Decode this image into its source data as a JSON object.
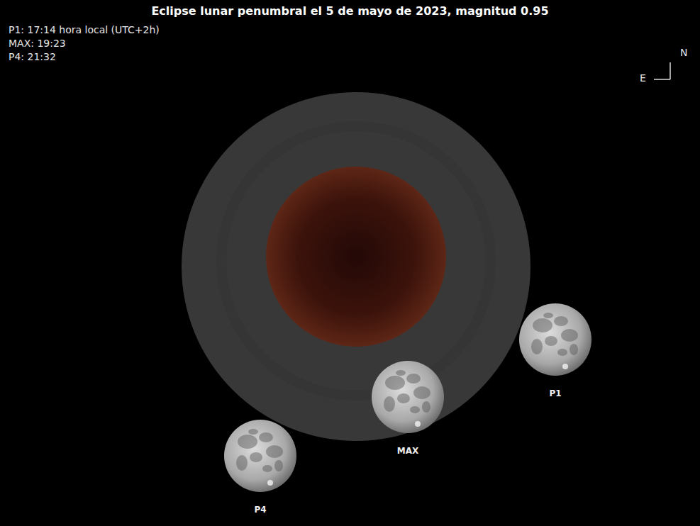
{
  "diagram": {
    "title": "Eclipse lunar penumbral el 5 de mayo de 2023, magnitud 0.95",
    "nodes": [
      {
        "text": [
          "P1"
        ]
      },
      {
        "text": [
          "MAX"
        ]
      },
      {
        "text": [
          "P4"
        ]
      }
    ],
    "labels": [
      "P1: 17:14 hora local (UTC+2h)",
      "MAX: 19:23",
      "P4: 21:32",
      "N",
      "E"
    ]
  }
}
